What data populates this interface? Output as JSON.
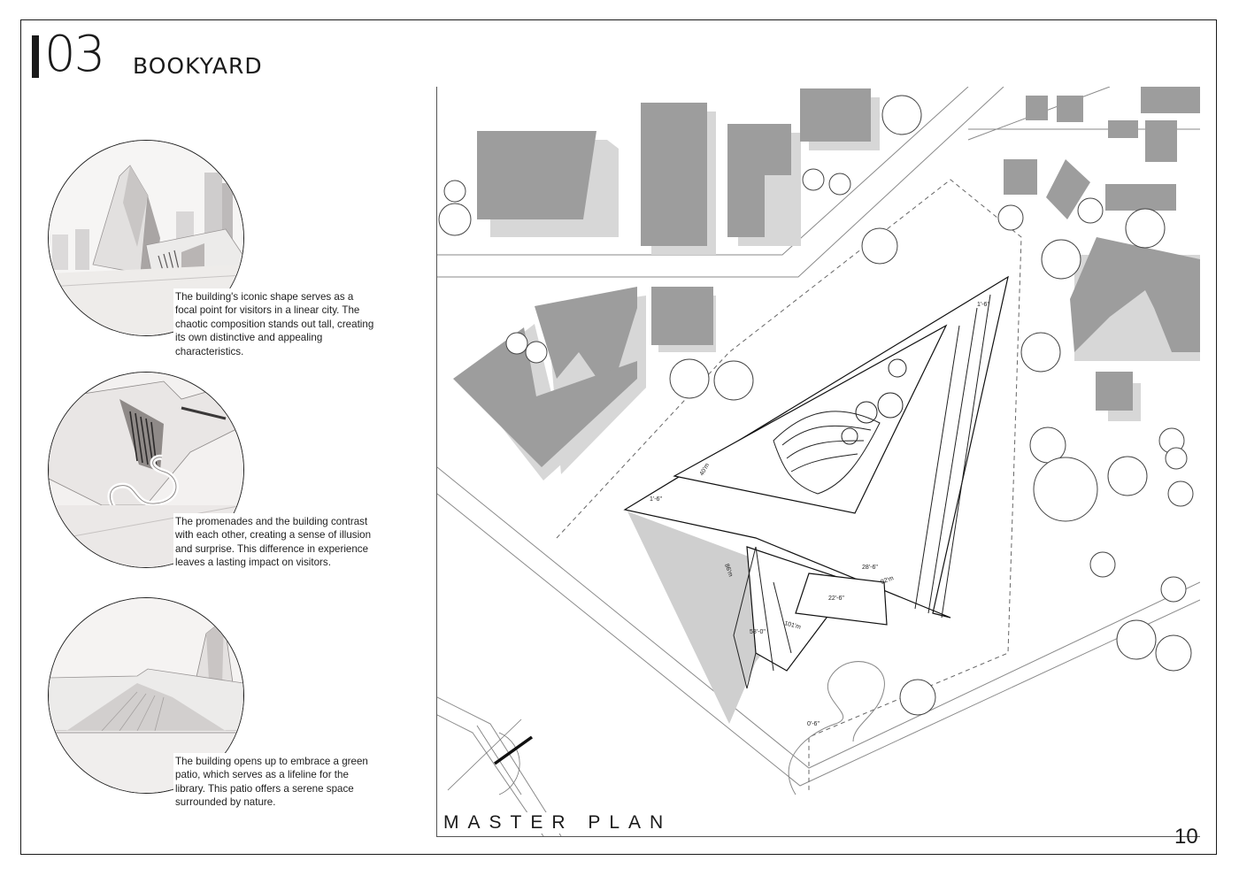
{
  "header": {
    "project_number": "03",
    "project_name": "BOOKYARD"
  },
  "vignettes": [
    {
      "caption": "The building's iconic shape serves as a focal point for visitors in a linear city. The chaotic composition stands out tall, creating its own distinctive and appealing characteristics."
    },
    {
      "caption": "The promenades and the building contrast with each other, creating a sense of illusion and surprise. This difference in experience leaves a lasting impact on visitors."
    },
    {
      "caption": "The building opens up to embrace a green patio, which serves as a lifeline for the library. This patio offers a serene space surrounded by nature."
    }
  ],
  "plan": {
    "title": "MASTER PLAN",
    "dimensions": [
      "1'-6\"",
      "40'm",
      "1'-6\"",
      "86'm",
      "28'-6\"",
      "92'm",
      "22'-6\"",
      "101'm",
      "58'-0\"",
      "0'-6\""
    ]
  },
  "page_number": "10"
}
